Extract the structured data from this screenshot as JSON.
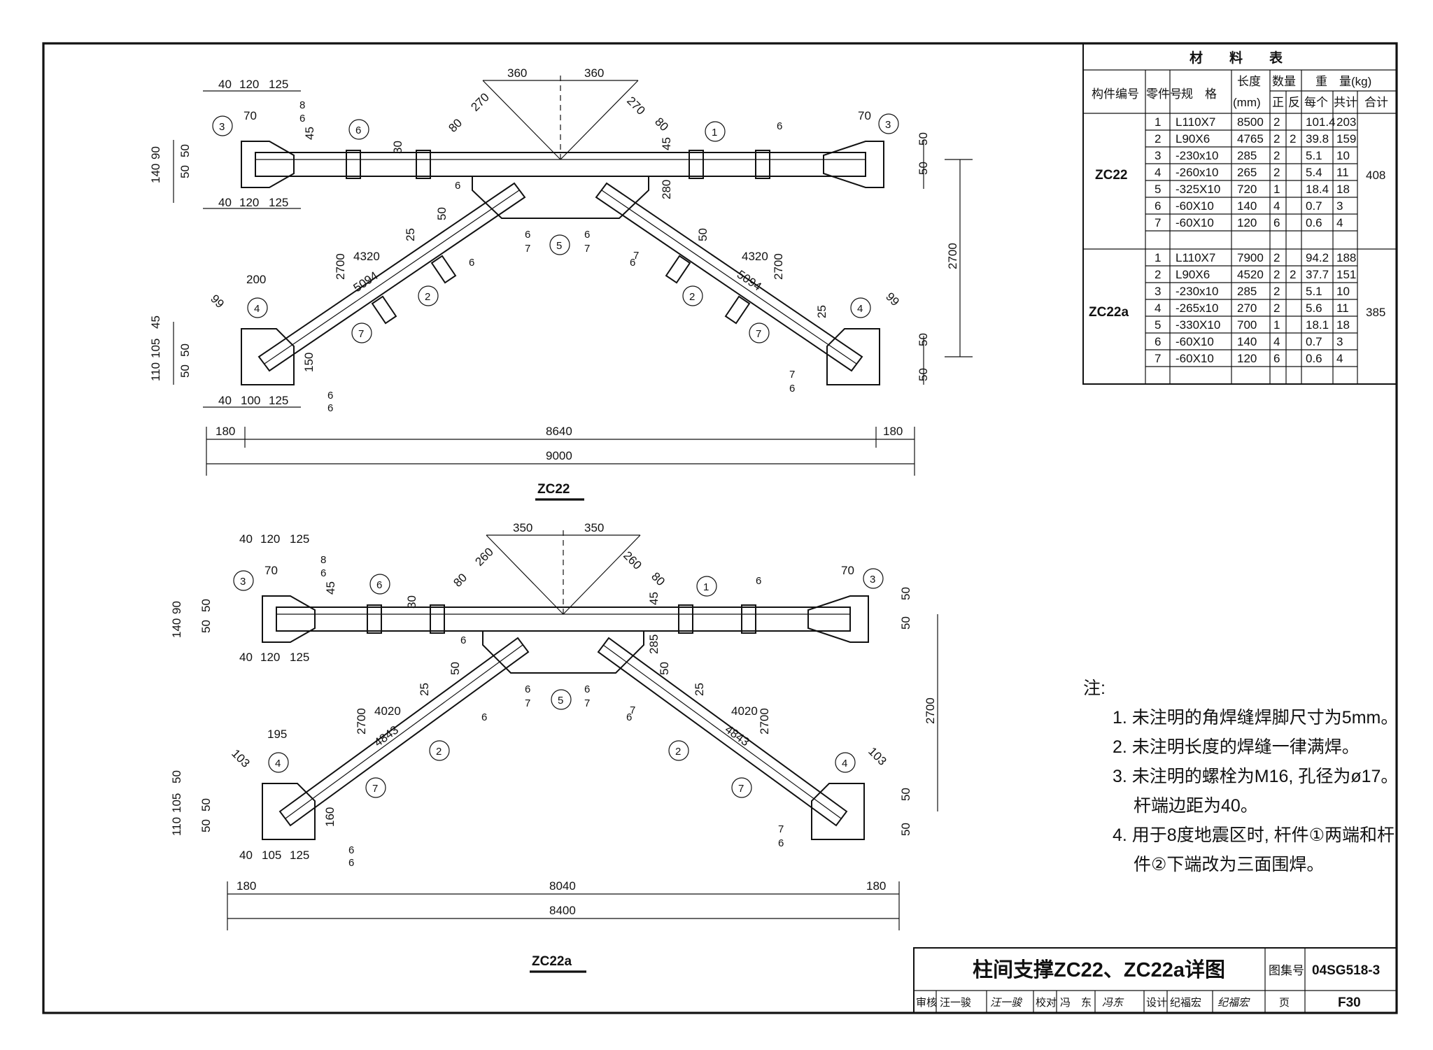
{
  "drawings": [
    {
      "id": "ZC22",
      "caption": "ZC22",
      "top_dims": [
        "40",
        "120",
        "125",
        "360",
        "360"
      ],
      "bottom_left_dims": [
        "40",
        "120",
        "125"
      ],
      "lower_left_dims": [
        "40",
        "100",
        "125"
      ],
      "left_vert_dims": [
        "90",
        "140",
        "50",
        "50",
        "45",
        "105",
        "110",
        "50",
        "50"
      ],
      "right_vert_dims": [
        "50",
        "50",
        "50",
        "50"
      ],
      "overall": {
        "left": "180",
        "mid": "8640",
        "right": "180",
        "total": "9000",
        "height": "2700"
      },
      "diag_dims": [
        "270",
        "270",
        "80",
        "80",
        "45",
        "45",
        "30",
        "280",
        "25",
        "50",
        "25",
        "50",
        "200",
        "99",
        "99",
        "150",
        "70",
        "70"
      ],
      "slope": {
        "h": "4320",
        "v": "2700",
        "len": "5094"
      },
      "weld_labels": [
        "8",
        "6",
        "6",
        "6",
        "6",
        "6",
        "7",
        "6",
        "7",
        "6",
        "6",
        "6",
        "7",
        "6",
        "7"
      ],
      "parts": [
        "1",
        "2",
        "3",
        "3",
        "4",
        "4",
        "5",
        "6",
        "7",
        "7",
        "2"
      ]
    },
    {
      "id": "ZC22a",
      "caption": "ZC22a",
      "top_dims": [
        "40",
        "120",
        "125",
        "350",
        "350"
      ],
      "bottom_left_dims": [
        "40",
        "120",
        "125"
      ],
      "lower_left_dims": [
        "40",
        "105",
        "125"
      ],
      "left_vert_dims": [
        "90",
        "140",
        "50",
        "50",
        "50",
        "105",
        "110",
        "50",
        "50"
      ],
      "right_vert_dims": [
        "50",
        "50",
        "50",
        "50"
      ],
      "overall": {
        "left": "180",
        "mid": "8040",
        "right": "180",
        "total": "8400",
        "height": "2700"
      },
      "diag_dims": [
        "260",
        "260",
        "80",
        "80",
        "45",
        "45",
        "30",
        "285",
        "25",
        "50",
        "25",
        "50",
        "195",
        "103",
        "103",
        "160",
        "70",
        "70"
      ],
      "slope": {
        "h": "4020",
        "v": "2700",
        "len": "4843"
      },
      "weld_labels": [
        "8",
        "6",
        "6",
        "6",
        "6",
        "6",
        "7",
        "6",
        "7",
        "6",
        "6",
        "6",
        "7",
        "6",
        "7"
      ],
      "parts": [
        "1",
        "2",
        "3",
        "3",
        "4",
        "4",
        "5",
        "6",
        "7",
        "7",
        "2"
      ]
    }
  ],
  "material_table": {
    "title": "材　　料　　表",
    "headers": {
      "member": "构件编号",
      "part_no": "零件号",
      "spec": "规　格",
      "length": "长度",
      "length_unit": "(mm)",
      "qty": "数量",
      "qty_pos": "正",
      "qty_neg": "反",
      "weight": "重　量(kg)",
      "w_each": "每个",
      "w_sum": "共计",
      "w_total": "合计"
    },
    "groups": [
      {
        "member": "ZC22",
        "total": "408",
        "rows": [
          [
            "1",
            "L110X7",
            "8500",
            "2",
            "",
            "101.4",
            "203"
          ],
          [
            "2",
            "L90X6",
            "4765",
            "2",
            "2",
            "39.8",
            "159"
          ],
          [
            "3",
            "-230x10",
            "285",
            "2",
            "",
            "5.1",
            "10"
          ],
          [
            "4",
            "-260x10",
            "265",
            "2",
            "",
            "5.4",
            "11"
          ],
          [
            "5",
            "-325X10",
            "720",
            "1",
            "",
            "18.4",
            "18"
          ],
          [
            "6",
            "-60X10",
            "140",
            "4",
            "",
            "0.7",
            "3"
          ],
          [
            "7",
            "-60X10",
            "120",
            "6",
            "",
            "0.6",
            "4"
          ],
          [
            "",
            "",
            "",
            "",
            "",
            "",
            ""
          ]
        ]
      },
      {
        "member": "ZC22a",
        "total": "385",
        "rows": [
          [
            "1",
            "L110X7",
            "7900",
            "2",
            "",
            "94.2",
            "188"
          ],
          [
            "2",
            "L90X6",
            "4520",
            "2",
            "2",
            "37.7",
            "151"
          ],
          [
            "3",
            "-230x10",
            "285",
            "2",
            "",
            "5.1",
            "10"
          ],
          [
            "4",
            "-265x10",
            "270",
            "2",
            "",
            "5.6",
            "11"
          ],
          [
            "5",
            "-330X10",
            "700",
            "1",
            "",
            "18.1",
            "18"
          ],
          [
            "6",
            "-60X10",
            "140",
            "4",
            "",
            "0.7",
            "3"
          ],
          [
            "7",
            "-60X10",
            "120",
            "6",
            "",
            "0.6",
            "4"
          ],
          [
            "",
            "",
            "",
            "",
            "",
            "",
            ""
          ]
        ]
      }
    ]
  },
  "notes": {
    "heading": "注:",
    "items": [
      "1. 未注明的角焊缝焊脚尺寸为5mm。",
      "2. 未注明长度的焊缝一律满焊。",
      "3. 未注明的螺栓为M16, 孔径为ø17。",
      "杆端边距为40。",
      "4. 用于8度地震区时, 杆件①两端和杆",
      "件②下端改为三面围焊。"
    ]
  },
  "title_block": {
    "title": "柱间支撑ZC22、ZC22a详图",
    "atlas_label": "图集号",
    "atlas_no": "04SG518-3",
    "review": "审核",
    "reviewer": "汪一骏",
    "reviewer_sig": "汪一骏",
    "check": "校对",
    "checker": "冯　东",
    "checker_sig": "冯东",
    "design": "设计",
    "designer": "纪福宏",
    "designer_sig": "纪福宏",
    "page_label": "页",
    "page_no": "F30"
  }
}
